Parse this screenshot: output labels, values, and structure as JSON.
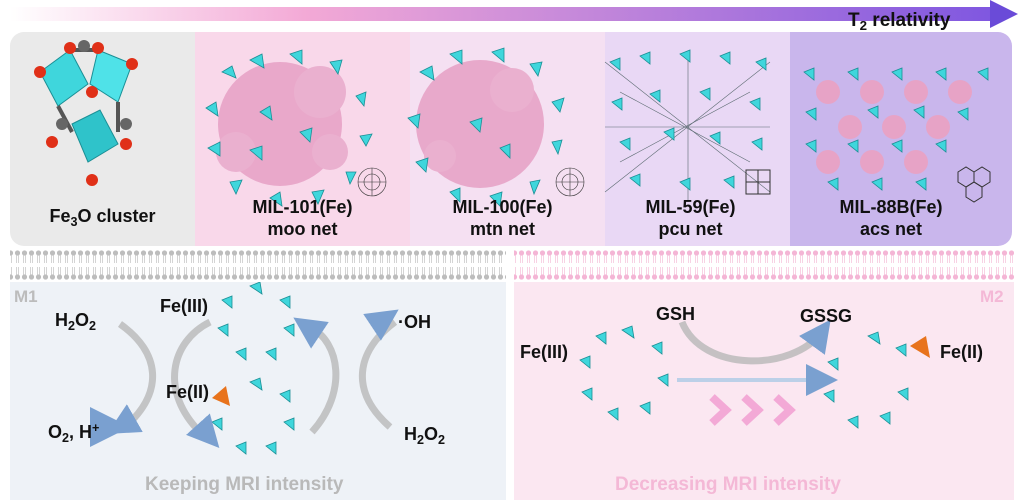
{
  "arrow": {
    "label": "T",
    "sub": "2",
    "suffix": " relativity"
  },
  "panels": [
    {
      "line1_pre": "Fe",
      "line1_sub": "3",
      "line1_post": "O cluster",
      "line2": ""
    },
    {
      "line1_pre": "MIL-101(Fe)",
      "line1_sub": "",
      "line1_post": "",
      "line2": "moo net"
    },
    {
      "line1_pre": "MIL-100(Fe)",
      "line1_sub": "",
      "line1_post": "",
      "line2": "mtn net"
    },
    {
      "line1_pre": "MIL-59(Fe)",
      "line1_sub": "",
      "line1_post": "",
      "line2": "pcu net"
    },
    {
      "line1_pre": "MIL-88B(Fe)",
      "line1_sub": "",
      "line1_post": "",
      "line2": "acs net"
    }
  ],
  "m1": {
    "tag": "M1",
    "h2o2_left_pre": "H",
    "h2o2_left_sub1": "2",
    "h2o2_left_mid": "O",
    "h2o2_left_sub2": "2",
    "fe3": "Fe(III)",
    "oh": "·OH",
    "fe2": "Fe(II)",
    "o2_pre": "O",
    "o2_sub": "2",
    "o2_post": ", H",
    "o2_sup": "+",
    "h2o2_right_pre": "H",
    "h2o2_right_sub1": "2",
    "h2o2_right_mid": "O",
    "h2o2_right_sub2": "2",
    "caption": "Keeping MRI intensity"
  },
  "m2": {
    "tag": "M2",
    "gsh": "GSH",
    "gssg": "GSSG",
    "fe3": "Fe(III)",
    "fe2": "Fe(II)",
    "caption": "Decreasing MRI intensity"
  },
  "colors": {
    "cyan": "#3fd6dc",
    "pink": "#e9a2c8",
    "orange": "#e8731c",
    "gray_panel": "#eef2f7",
    "pink_panel": "#fbe7f1",
    "caption_gray": "#b9b9b9",
    "caption_pink": "#f4b8d6"
  }
}
